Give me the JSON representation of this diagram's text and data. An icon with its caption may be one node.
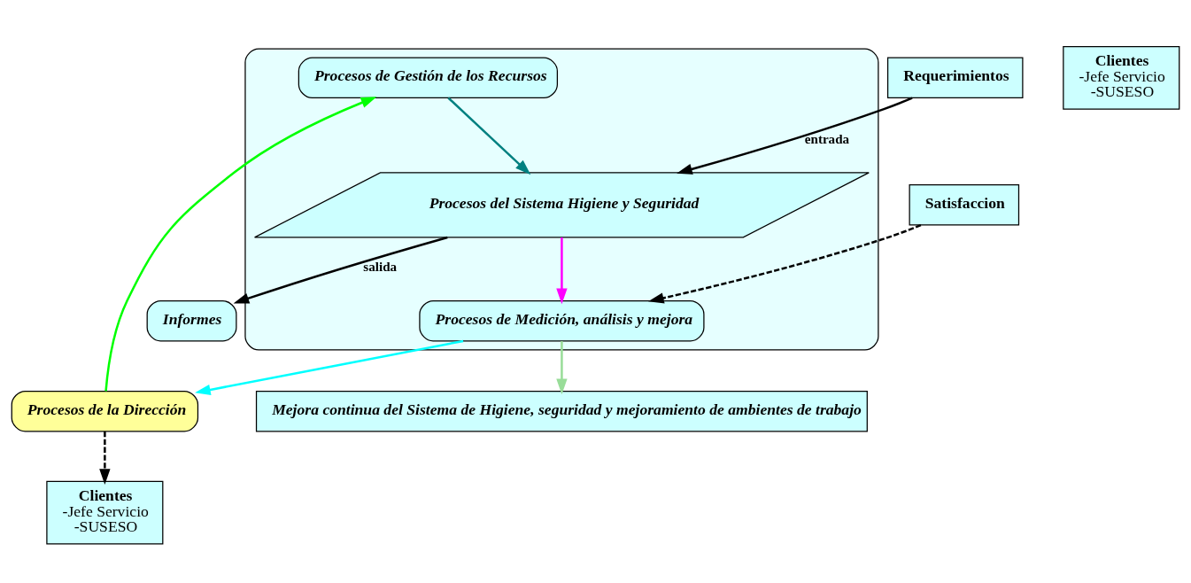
{
  "diagram": {
    "nodes": [
      {
        "text": [
          "Mejora continua del Sistema de Higiene, seguridad y mejoramiento de ambientes de trabajo"
        ]
      },
      {
        "text": [
          "Clientes",
          "-Jefe Servicio",
          "-SUSESO"
        ]
      },
      {
        "text": [
          "Requerimientos"
        ]
      },
      {
        "text": [],
        "shape": "ellipse"
      },
      {
        "text": [
          "Procesos de la Dirección"
        ]
      },
      {
        "text": [
          "Procesos de Gestión de los Recursos"
        ],
        "in": 3
      },
      {
        "text": [
          "Procesos de Medición, análisis y mejora"
        ],
        "in": 3
      },
      {
        "text": [
          "Procesos del Sistema Higiene y Seguridad"
        ],
        "in": 3
      },
      {
        "text": [
          "Informes"
        ]
      },
      {
        "text": [
          "Satisfaccion"
        ]
      },
      {
        "text": [
          "Clientes",
          "-Jefe Servicio",
          "-SUSESO"
        ]
      }
    ],
    "edges": [
      {
        "from": 4,
        "to": 1,
        "arrow": "to",
        "style": "dashed"
      },
      {
        "from": 4,
        "to": 5,
        "arrow": "to",
        "color": "#00ff00"
      },
      {
        "from": 5,
        "to": 7,
        "arrow": "to",
        "color": "#008080"
      },
      {
        "from": 7,
        "to": 6,
        "arrow": "to",
        "color": "#ff00ff"
      },
      {
        "from": 6,
        "to": 4,
        "arrow": "to",
        "color": "#00ffff"
      },
      {
        "from": 6,
        "to": 0,
        "arrow": "to",
        "color": "#99dd99"
      },
      {
        "from": 2,
        "to": 7,
        "arrow": "to",
        "label": "entrada"
      },
      {
        "from": 7,
        "to": 8,
        "arrow": "to",
        "label": "salida"
      },
      {
        "from": 9,
        "to": 6,
        "arrow": "to",
        "style": "dashed"
      }
    ]
  }
}
